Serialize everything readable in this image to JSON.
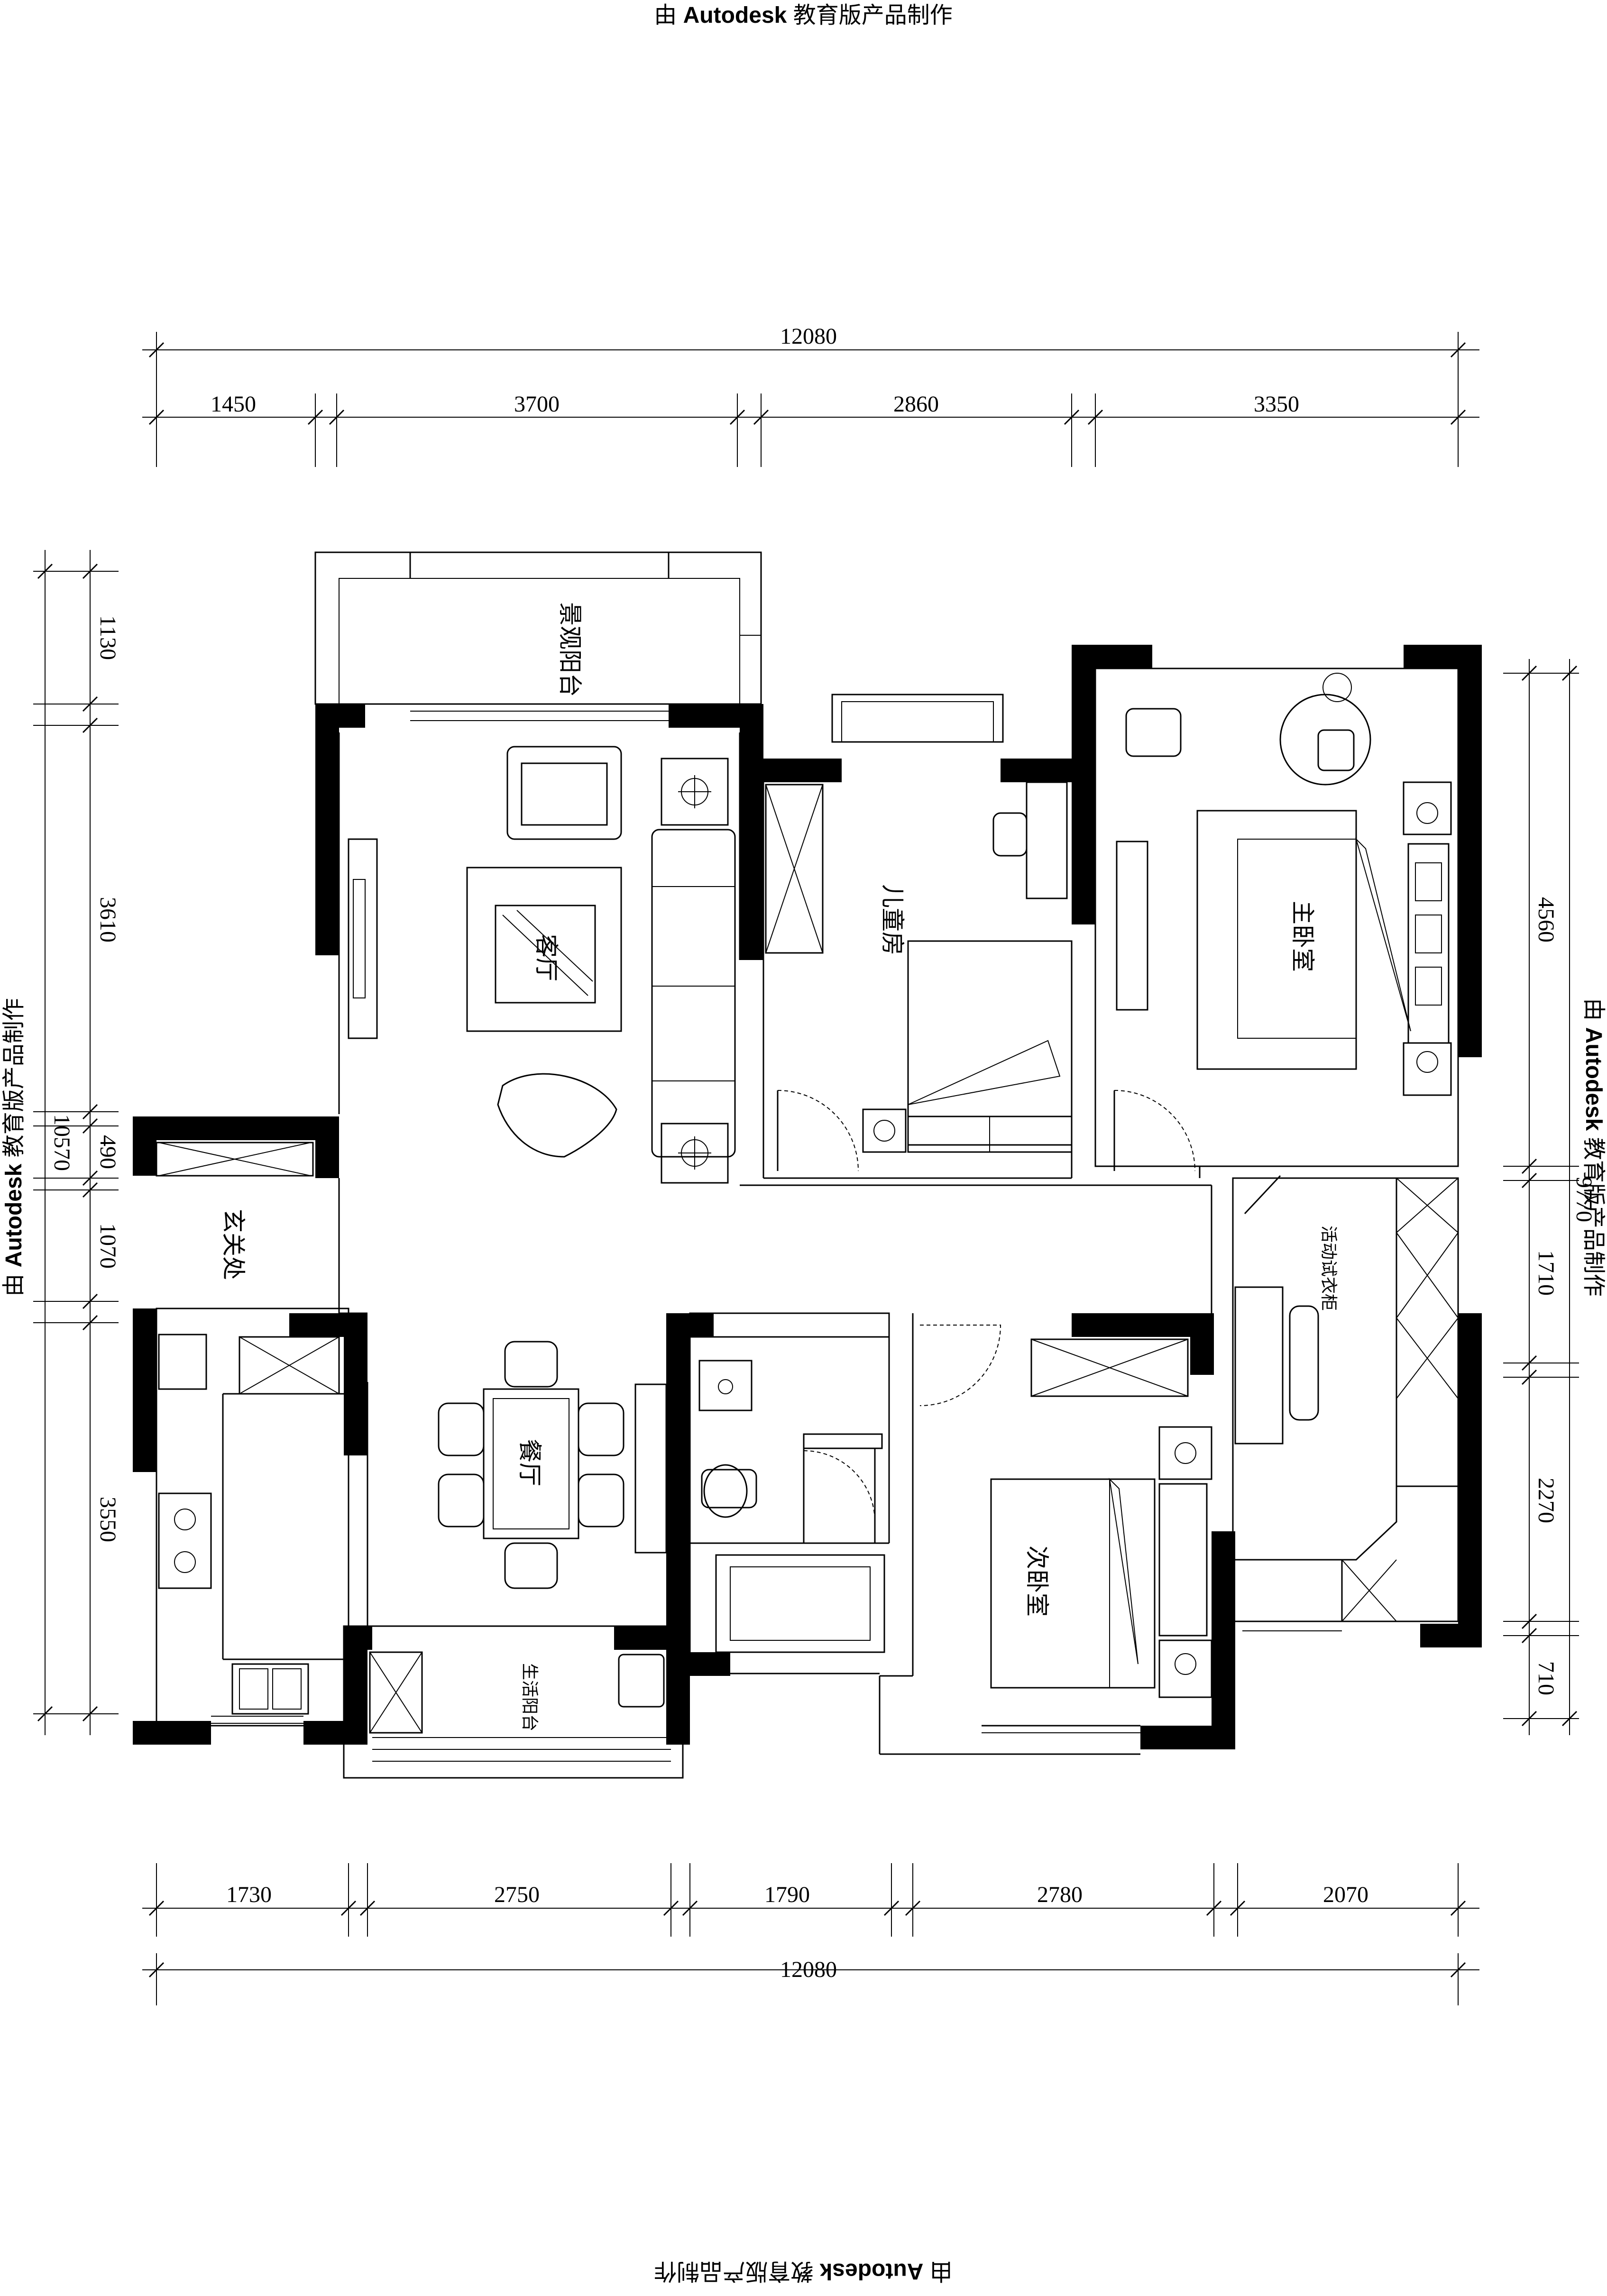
{
  "watermark": {
    "prefix": "由",
    "brand": "Autodesk",
    "suffix": "教育版产品制作"
  },
  "dimensions": {
    "top_total": "12080",
    "top": [
      "1450",
      "3700",
      "2860",
      "3350"
    ],
    "bottom": [
      "1730",
      "2750",
      "1790",
      "2780",
      "2070"
    ],
    "bottom_total": "12080",
    "left": [
      "1130",
      "3610",
      "490",
      "1070",
      "3550"
    ],
    "left_total": "10570",
    "right": [
      "4560",
      "1710",
      "2270",
      "710"
    ],
    "right_total": "9770"
  },
  "rooms": {
    "view_balcony": "景观阳台",
    "living_room": "客厅",
    "children_room": "儿童房",
    "master_bedroom": "主卧室",
    "walk_in_closet": "活动试衣柜",
    "entrance": "玄关处",
    "dining_room": "餐厅",
    "second_bedroom": "次卧室",
    "utility_balcony": "生活阳台"
  }
}
